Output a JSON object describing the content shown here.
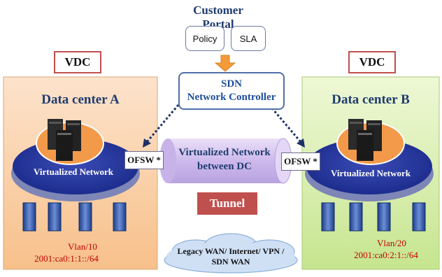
{
  "header": {
    "title": "Customer Portal"
  },
  "portal": {
    "policy_label": "Policy",
    "sla_label": "SLA"
  },
  "controller": {
    "line1": "SDN",
    "line2": "Network Controller"
  },
  "left": {
    "vdc_label": "VDC",
    "title": "Data center A",
    "network_label": "Virtualized Network",
    "ofsw_label": "OFSW *",
    "vlan": "Vlan/10",
    "ipv6": "2001:ca0:1:1::/64",
    "color": "#fbd6b4"
  },
  "right": {
    "vdc_label": "VDC",
    "title": "Data center B",
    "network_label": "Virtualized Network",
    "ofsw_label": "OFSW *",
    "vlan": "Vlan/20",
    "ipv6": "2001:ca0:2:1::/64",
    "color": "#d8eeb0"
  },
  "center": {
    "line1": "Virtualized Network",
    "line2": "between  DC",
    "tunnel_label": "Tunnel"
  },
  "wan": {
    "line1": "Legacy WAN/ Internet/ VPN /",
    "line2": "SDN WAN"
  },
  "colors": {
    "accent": "#1f3c6e",
    "tunnel": "#c0504d",
    "cylinder": "#d9c9ef",
    "cloud": "#cfe0f5"
  }
}
